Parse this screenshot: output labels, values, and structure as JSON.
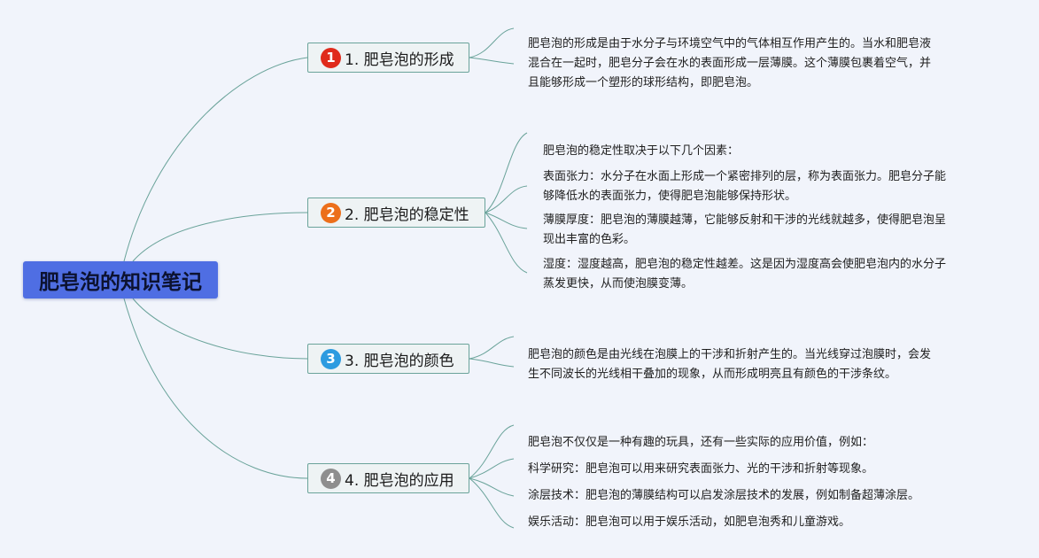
{
  "root": {
    "label": "肥皂泡的知识笔记"
  },
  "branches": [
    {
      "badge": "1",
      "badge_color": "#e02b1c",
      "label": "1. 肥皂泡的形成"
    },
    {
      "badge": "2",
      "badge_color": "#ec6f1b",
      "label": "2. 肥皂泡的稳定性"
    },
    {
      "badge": "3",
      "badge_color": "#2d9be0",
      "label": "3. 肥皂泡的颜色"
    },
    {
      "badge": "4",
      "badge_color": "#8e8e8e",
      "label": "4. 肥皂泡的应用"
    }
  ],
  "notes": {
    "formation": [
      "肥皂泡的形成是由于水分子与环境空气中的气体相互作用产生的。当水和肥皂液",
      "混合在一起时，肥皂分子会在水的表面形成一层薄膜。这个薄膜包裹着空气，并",
      "且能够形成一个塑形的球形结构，即肥皂泡。"
    ],
    "stability": [
      {
        "lines": [
          "肥皂泡的稳定性取决于以下几个因素："
        ]
      },
      {
        "lines": [
          "表面张力：水分子在水面上形成一个紧密排列的层，称为表面张力。肥皂分子能",
          "够降低水的表面张力，使得肥皂泡能够保持形状。"
        ]
      },
      {
        "lines": [
          "薄膜厚度：肥皂泡的薄膜越薄，它能够反射和干涉的光线就越多，使得肥皂泡呈",
          "现出丰富的色彩。"
        ]
      },
      {
        "lines": [
          "湿度：湿度越高，肥皂泡的稳定性越差。这是因为湿度高会使肥皂泡内的水分子",
          "蒸发更快，从而使泡膜变薄。"
        ]
      }
    ],
    "color": [
      "肥皂泡的颜色是由光线在泡膜上的干涉和折射产生的。当光线穿过泡膜时，会发",
      "生不同波长的光线相干叠加的现象，从而形成明亮且有颜色的干涉条纹。"
    ],
    "application": [
      {
        "lines": [
          "肥皂泡不仅仅是一种有趣的玩具，还有一些实际的应用价值，例如："
        ]
      },
      {
        "lines": [
          "科学研究：肥皂泡可以用来研究表面张力、光的干涉和折射等现象。"
        ]
      },
      {
        "lines": [
          "涂层技术：肥皂泡的薄膜结构可以启发涂层技术的发展，例如制备超薄涂层。"
        ]
      },
      {
        "lines": [
          "娱乐活动：肥皂泡可以用于娱乐活动，如肥皂泡秀和儿童游戏。"
        ]
      }
    ]
  },
  "colors": {
    "link": "#6aa39a",
    "root_fill": "#4f6ee3",
    "branch_fill": "#eef3f4",
    "background": "#f1f4fb"
  }
}
